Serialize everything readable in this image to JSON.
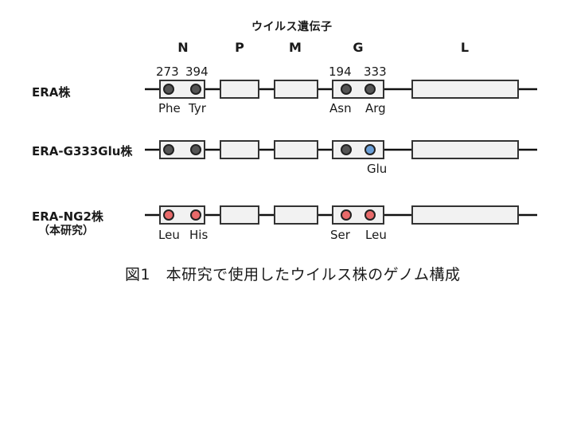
{
  "title": "ウイルス遺伝子",
  "genes": [
    "N",
    "P",
    "M",
    "G",
    "L"
  ],
  "positions": {
    "n1": "273",
    "n2": "394",
    "g1": "194",
    "g2": "333"
  },
  "strains": [
    {
      "name": "ERA株",
      "note": "",
      "residues": {
        "n1": "Phe",
        "n2": "Tyr",
        "g1": "Asn",
        "g2": "Arg"
      },
      "colors": {
        "n1": "dark",
        "n2": "dark",
        "g1": "dark",
        "g2": "dark"
      }
    },
    {
      "name": "ERA-G333Glu株",
      "note": "",
      "residues": {
        "n1": "",
        "n2": "",
        "g1": "",
        "g2": "Glu"
      },
      "colors": {
        "n1": "dark",
        "n2": "dark",
        "g1": "dark",
        "g2": "blue"
      }
    },
    {
      "name": "ERA-NG2株",
      "note": "（本研究）",
      "residues": {
        "n1": "Leu",
        "n2": "His",
        "g1": "Ser",
        "g2": "Leu"
      },
      "colors": {
        "n1": "red",
        "n2": "red",
        "g1": "red",
        "g2": "red"
      }
    }
  ],
  "caption": "図1　本研究で使用したウイルス株のゲノム構成",
  "palette": {
    "dark": "#555555",
    "blue": "#6a9fd8",
    "red": "#e86a6a",
    "box_fill": "#f2f2f2",
    "stroke": "#333333"
  }
}
